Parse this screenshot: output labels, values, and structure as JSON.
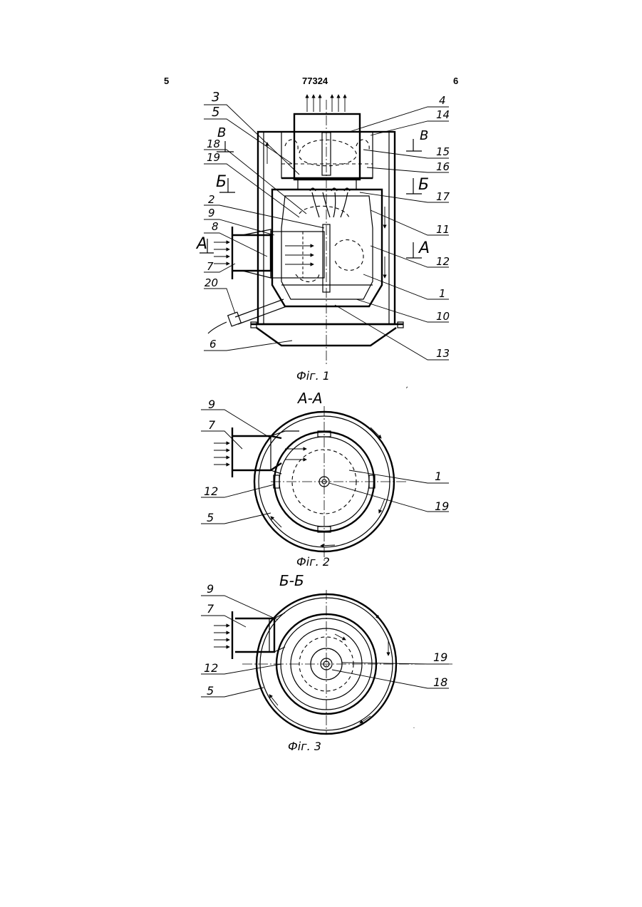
{
  "header": {
    "page_left": "5",
    "patent_number": "77324",
    "page_right": "6"
  },
  "fig1": {
    "caption": "Фіг. 1",
    "callouts": [
      "3",
      "5",
      "18",
      "19",
      "2",
      "9",
      "8",
      "7",
      "20",
      "6",
      "4",
      "14",
      "15",
      "16",
      "17",
      "11",
      "12",
      "1",
      "10",
      "13"
    ],
    "section_marks": [
      "В",
      "В",
      "Б",
      "Б",
      "А",
      "А"
    ]
  },
  "fig2": {
    "caption": "Фіг. 2",
    "section_title": "А-А",
    "callouts": [
      "9",
      "7",
      "12",
      "5",
      "1",
      "19"
    ]
  },
  "fig3": {
    "caption": "Фіг. 3",
    "section_title": "Б-Б",
    "callouts": [
      "9",
      "7",
      "12",
      "5",
      "19",
      "18"
    ]
  }
}
